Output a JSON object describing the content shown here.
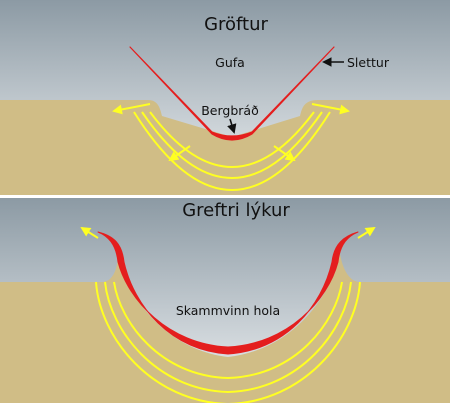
{
  "panels": {
    "top": {
      "title": "Gröftur"
    },
    "bottom": {
      "title": "Greftri lýkur"
    }
  },
  "labels": {
    "vapor": "Gufa",
    "ejecta": "Slettur",
    "melt": "Bergbráð",
    "transient_crater": "Skammvinn hola"
  },
  "colors": {
    "sky_top": "#8c9aa4",
    "sky_bottom": "#eef1f3",
    "ground": "#d0bd86",
    "melt_lining": "#e41e1e",
    "shock_waves": "#ffff22",
    "panel_divider": "#ffffff"
  }
}
